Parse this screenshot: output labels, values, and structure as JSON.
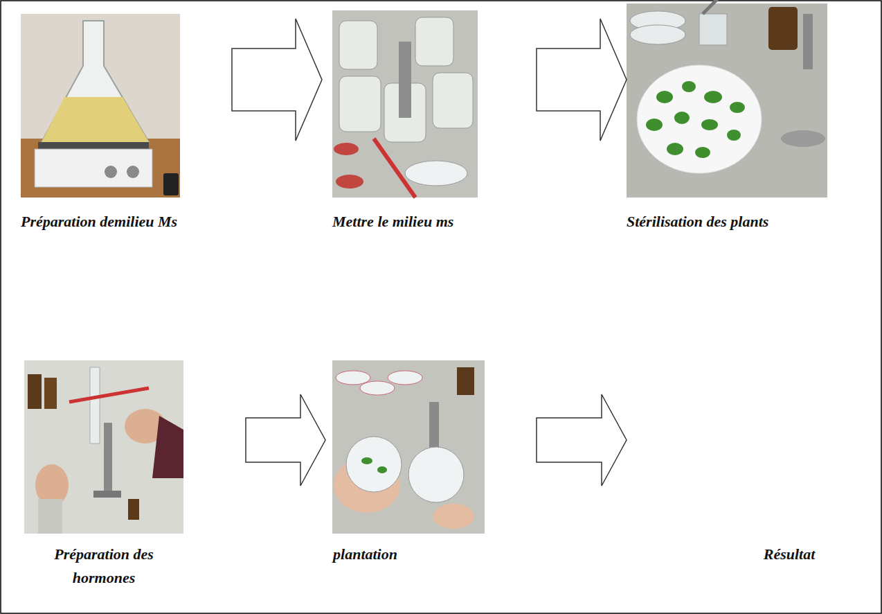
{
  "diagram": {
    "nodes": [
      {
        "text": [
          "Préparation demilieu Ms"
        ]
      },
      {
        "text": [
          "Mettre le milieu ms"
        ]
      },
      {
        "text": [
          "Stérilisation des plants"
        ]
      },
      {
        "text": [
          "Préparation des hormones"
        ]
      },
      {
        "text": [
          "plantation"
        ]
      },
      {
        "text": [
          "Résultat"
        ]
      }
    ],
    "edges": [
      {
        "from": 0,
        "to": 1,
        "arrow": "to"
      },
      {
        "from": 1,
        "to": 2,
        "arrow": "to"
      },
      {
        "from": 3,
        "to": 4,
        "arrow": "to"
      },
      {
        "from": 4,
        "to": 5,
        "arrow": "to"
      }
    ]
  }
}
